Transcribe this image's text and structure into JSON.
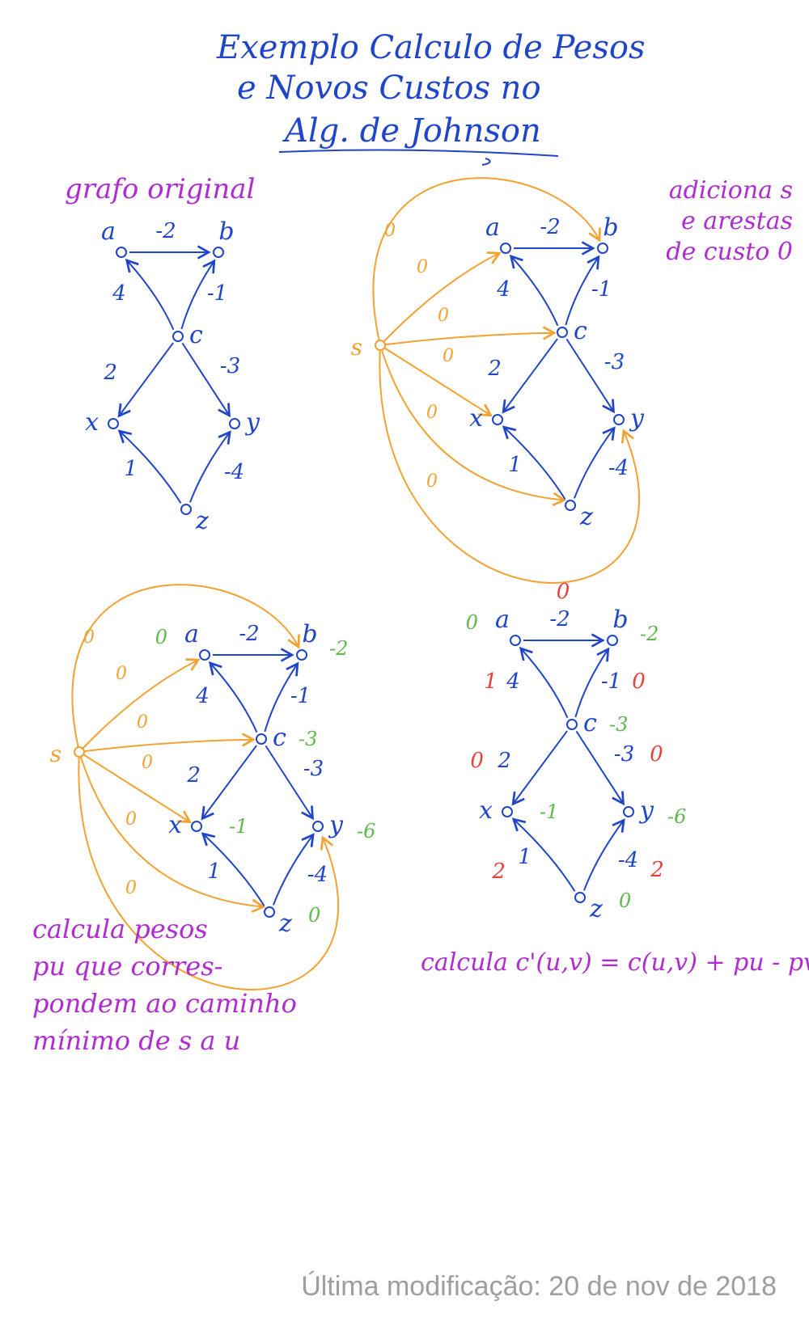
{
  "title": {
    "line1": "Exemplo Calculo de Pesos",
    "line2": "e Novos Custos no",
    "line3": "Alg. de Johnson"
  },
  "colors": {
    "blue": "#1f45c9",
    "orange": "#f2a230",
    "magenta": "#b02bd1",
    "green": "#5fb84a",
    "red": "#e8413c"
  },
  "panels": [
    {
      "id": "p1",
      "caption": [
        "grafo original"
      ],
      "nodes": {
        "a": "a",
        "b": "b",
        "c": "c",
        "x": "x",
        "y": "y",
        "z": "z"
      },
      "edges": [
        {
          "from": "a",
          "to": "b",
          "label": "-2"
        },
        {
          "from": "c",
          "to": "a",
          "label": "4"
        },
        {
          "from": "c",
          "to": "b",
          "label": "-1"
        },
        {
          "from": "c",
          "to": "x",
          "label": "2"
        },
        {
          "from": "c",
          "to": "y",
          "label": "-3"
        },
        {
          "from": "z",
          "to": "x",
          "label": "1"
        },
        {
          "from": "z",
          "to": "y",
          "label": "-4"
        }
      ]
    },
    {
      "id": "p2",
      "caption": [
        "adiciona s",
        "e arestas",
        "de custo 0"
      ],
      "source_label": "s",
      "nodes": {
        "a": "a",
        "b": "b",
        "c": "c",
        "x": "x",
        "y": "y",
        "z": "z"
      },
      "edges": [
        {
          "from": "a",
          "to": "b",
          "label": "-2"
        },
        {
          "from": "c",
          "to": "a",
          "label": "4"
        },
        {
          "from": "c",
          "to": "b",
          "label": "-1"
        },
        {
          "from": "c",
          "to": "x",
          "label": "2"
        },
        {
          "from": "c",
          "to": "y",
          "label": "-3"
        },
        {
          "from": "z",
          "to": "x",
          "label": "1"
        },
        {
          "from": "z",
          "to": "y",
          "label": "-4"
        }
      ],
      "source_edge_label": "0"
    },
    {
      "id": "p3",
      "caption": [
        "calcula pesos",
        "pu que corres-",
        "pondem ao caminho",
        "mínimo de s a u"
      ],
      "source_label": "s",
      "nodes": {
        "a": "a",
        "b": "b",
        "c": "c",
        "x": "x",
        "y": "y",
        "z": "z"
      },
      "weights": {
        "a": "0",
        "b": "-2",
        "c": "-3",
        "x": "-1",
        "y": "-6",
        "z": "0"
      },
      "edges": [
        {
          "from": "a",
          "to": "b",
          "label": "-2"
        },
        {
          "from": "c",
          "to": "a",
          "label": "4"
        },
        {
          "from": "c",
          "to": "b",
          "label": "-1"
        },
        {
          "from": "c",
          "to": "x",
          "label": "2"
        },
        {
          "from": "c",
          "to": "y",
          "label": "-3"
        },
        {
          "from": "z",
          "to": "x",
          "label": "1"
        },
        {
          "from": "z",
          "to": "y",
          "label": "-4"
        }
      ],
      "source_edge_label": "0"
    },
    {
      "id": "p4",
      "caption": [
        "calcula c'(u,v) = c(u,v) + pu - pv"
      ],
      "nodes": {
        "a": "a",
        "b": "b",
        "c": "c",
        "x": "x",
        "y": "y",
        "z": "z"
      },
      "weights": {
        "a": "0",
        "b": "-2",
        "c": "-3",
        "x": "-1",
        "y": "-6",
        "z": "0"
      },
      "edges": [
        {
          "from": "a",
          "to": "b",
          "label": "-2",
          "new_cost": "0"
        },
        {
          "from": "c",
          "to": "a",
          "label": "4",
          "new_cost": "1"
        },
        {
          "from": "c",
          "to": "b",
          "label": "-1",
          "new_cost": "0"
        },
        {
          "from": "c",
          "to": "x",
          "label": "2",
          "new_cost": "0"
        },
        {
          "from": "c",
          "to": "y",
          "label": "-3",
          "new_cost": "0"
        },
        {
          "from": "z",
          "to": "x",
          "label": "1",
          "new_cost": "2"
        },
        {
          "from": "z",
          "to": "y",
          "label": "-4",
          "new_cost": "2"
        }
      ]
    }
  ],
  "footer": "Última modificação: 20 de nov de 2018"
}
